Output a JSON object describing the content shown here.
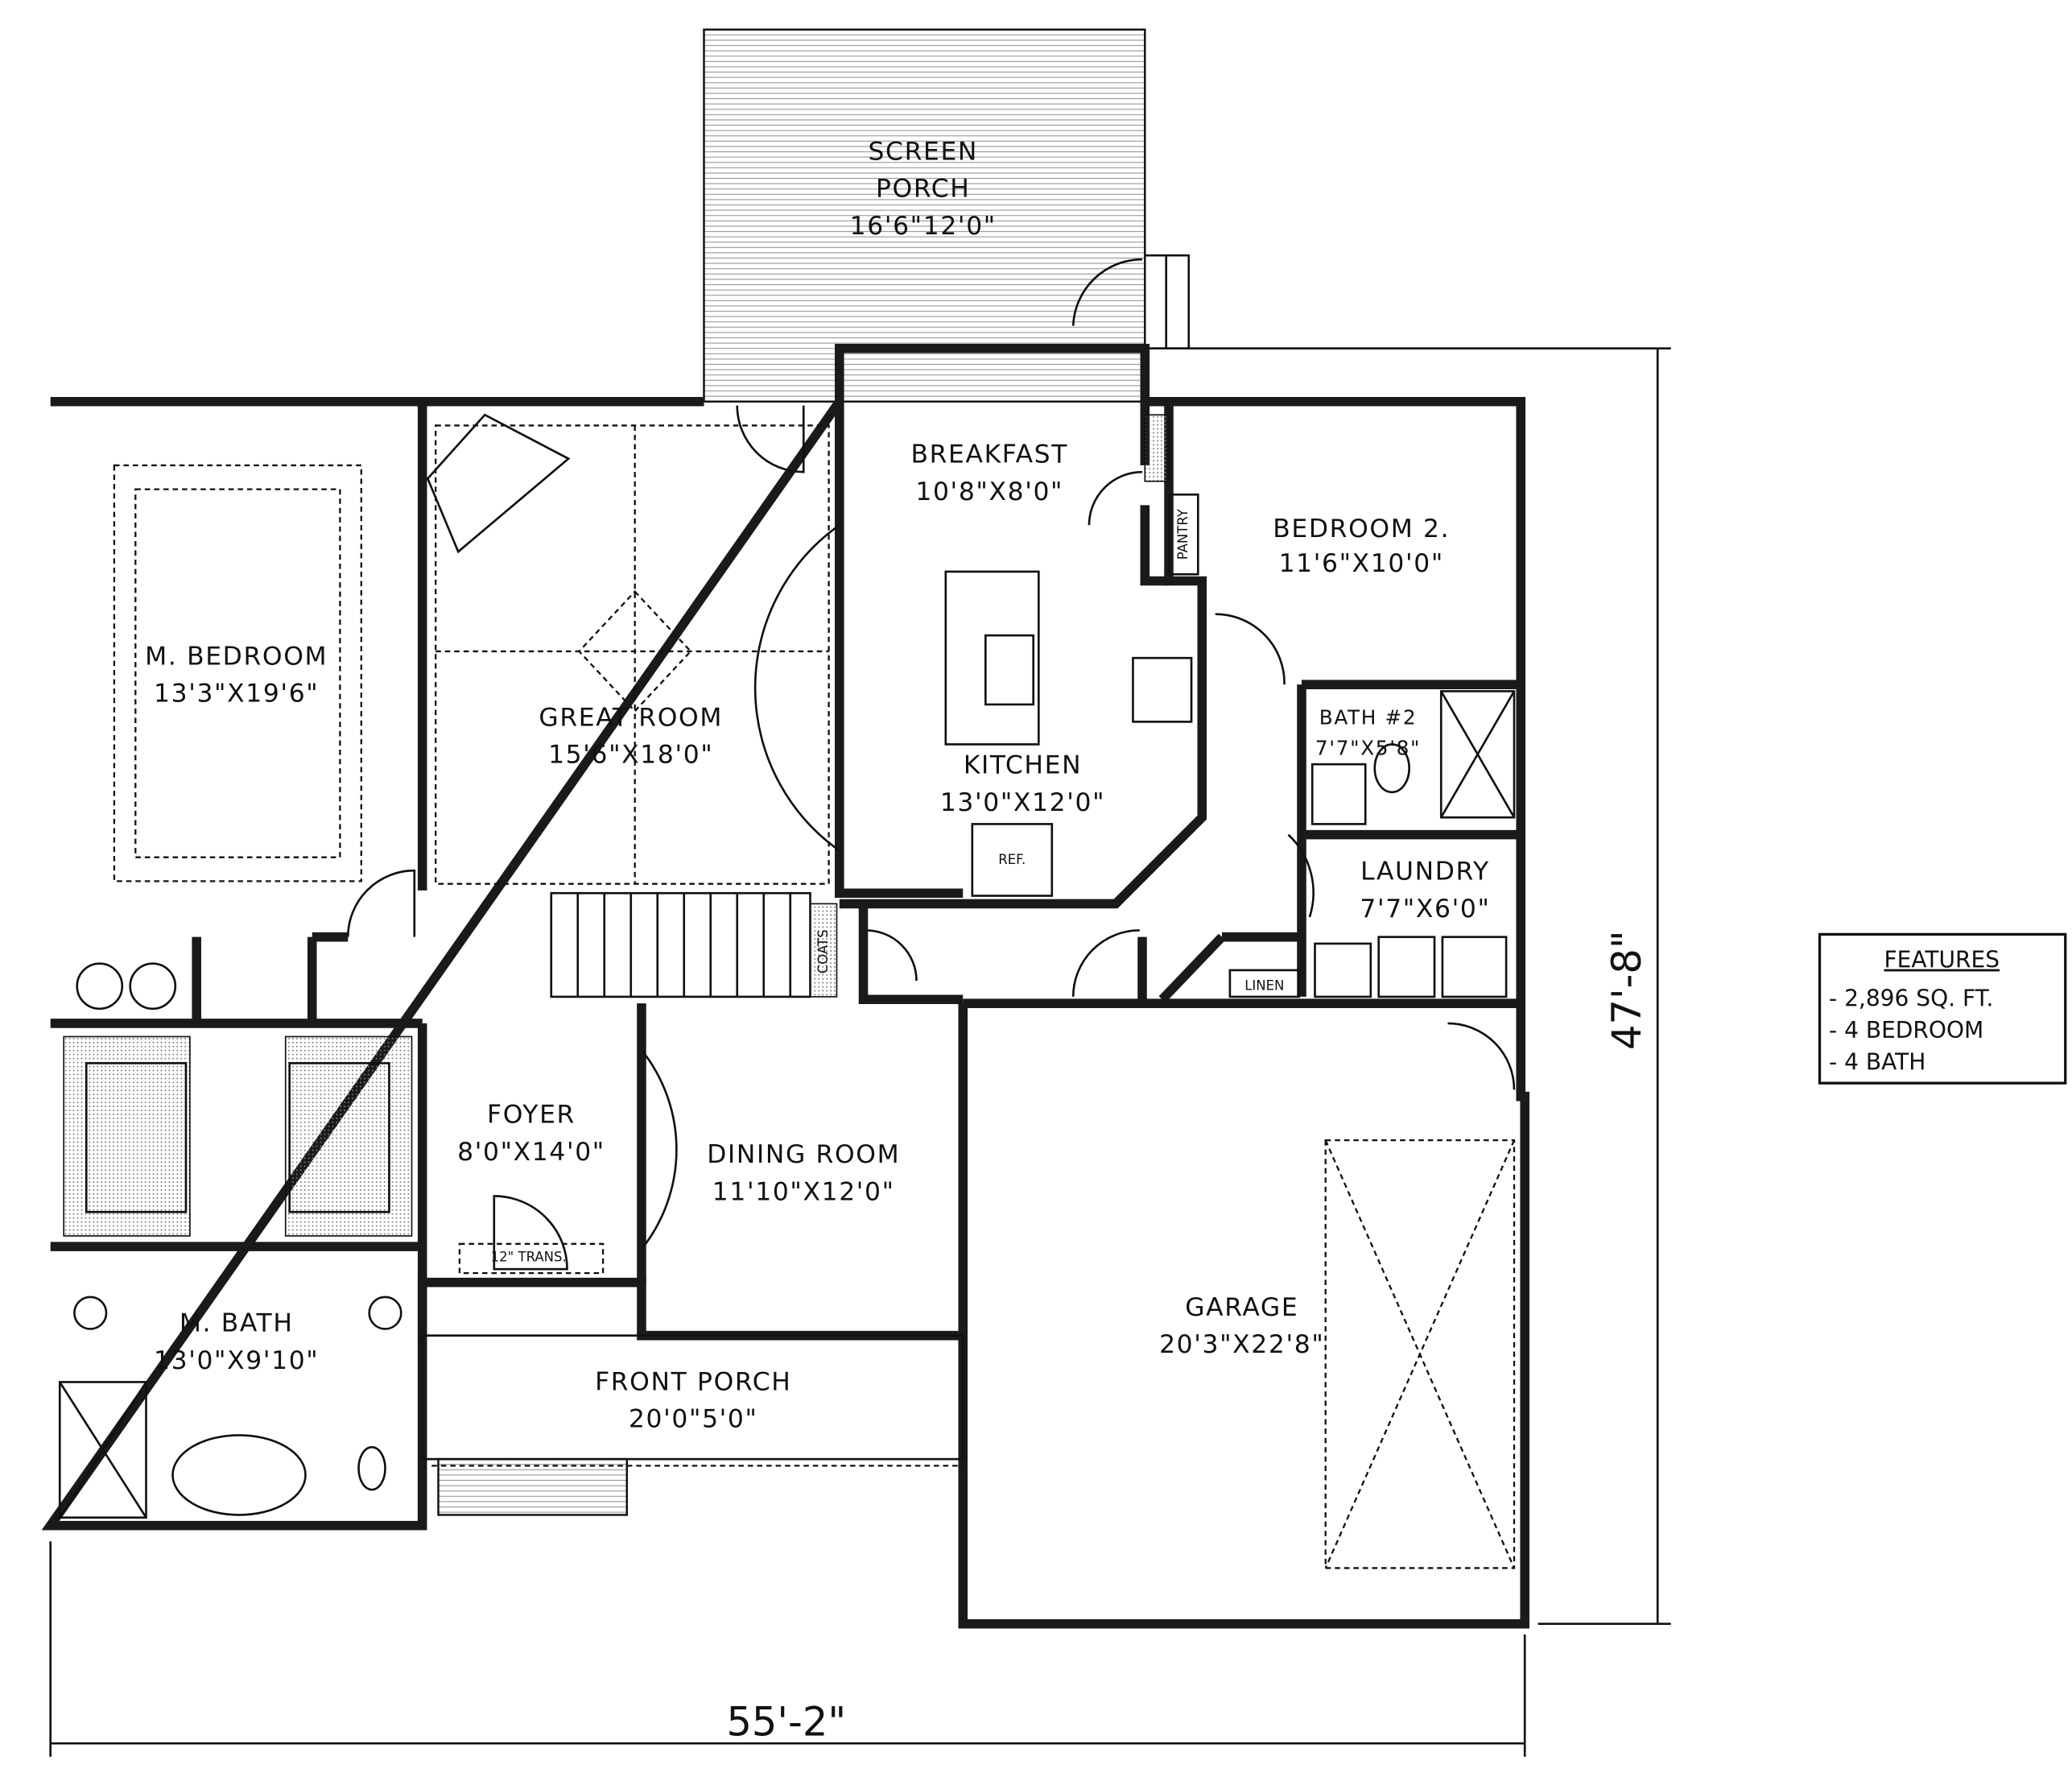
{
  "rooms": {
    "screen_porch": {
      "name_line1": "SCREEN",
      "name_line2": "PORCH",
      "size": "16'6\"12'0\""
    },
    "breakfast": {
      "name": "BREAKFAST",
      "size": "10'8\"X8'0\""
    },
    "bedroom2": {
      "name": "BEDROOM 2.",
      "size": "11'6\"X10'0\""
    },
    "master_bedroom": {
      "name": "M. BEDROOM",
      "size": "13'3\"X19'6\""
    },
    "great_room": {
      "name": "GREAT ROOM",
      "size": "15'6\"X18'0\""
    },
    "kitchen": {
      "name": "KITCHEN",
      "size": "13'0\"X12'0\""
    },
    "bath2": {
      "name": "BATH #2",
      "size": "7'7\"X5'8\""
    },
    "laundry": {
      "name": "LAUNDRY",
      "size": "7'7\"X6'0\""
    },
    "foyer": {
      "name": "FOYER",
      "size": "8'0\"X14'0\""
    },
    "dining_room": {
      "name": "DINING ROOM",
      "size": "11'10\"X12'0\""
    },
    "garage": {
      "name": "GARAGE",
      "size": "20'3\"X22'8\""
    },
    "master_bath": {
      "name": "M. BATH",
      "size": "13'0\"X9'10\""
    },
    "front_porch": {
      "name": "FRONT PORCH",
      "size": "20'0\"5'0\""
    }
  },
  "fixtures": {
    "pantry": "PANTRY",
    "coats": "COATS",
    "linen": "LINEN",
    "ref": "REF.",
    "transom": "12\" TRANS."
  },
  "dimensions": {
    "width": "55'-2\"",
    "depth": "47'-8\""
  },
  "features": {
    "title": "FEATURES",
    "items": [
      "- 2,896 SQ. FT.",
      "- 4 BEDROOM",
      "- 4 BATH"
    ]
  }
}
